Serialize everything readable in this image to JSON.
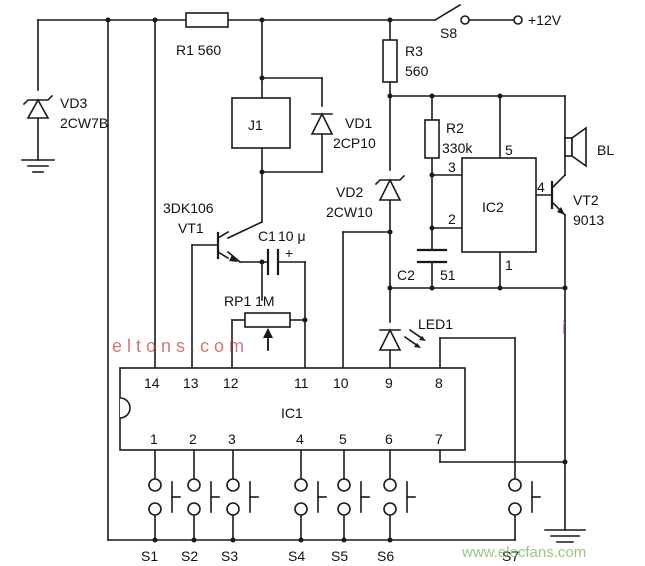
{
  "labels": {
    "s8": "S8",
    "v12": "+12V",
    "r1": "R1  560",
    "r3": "R3",
    "r3v": "560",
    "vd3": "VD3",
    "vd3v": "2CW7B",
    "j1": "J1",
    "vd1": "VD1",
    "vd1v": "2CP10",
    "r2": "R2",
    "r2v": "330k",
    "bl": "BL",
    "vd2": "VD2",
    "vd2v": "2CW10",
    "ic2": "IC2",
    "vt2": "VT2",
    "vt2v": "9013",
    "vt1v": "3DK106",
    "vt1": "VT1",
    "c1": "C1",
    "c1v": "10 μ",
    "plus": "+",
    "c2": "C2",
    "c2v": "51",
    "rp1": "RP1  1M",
    "led1": "LED1",
    "ic1": "IC1"
  },
  "ic2_pins": {
    "p5": "5",
    "p3": "3",
    "p2": "2",
    "p4": "4",
    "p1": "1"
  },
  "ic1_top_pins": [
    "14",
    "13",
    "12",
    "11",
    "10",
    "9",
    "8"
  ],
  "ic1_bottom_pins": [
    "1",
    "2",
    "3",
    "4",
    "5",
    "6",
    "7"
  ],
  "switch_labels": [
    "S1",
    "S2",
    "S3",
    "S4",
    "S5",
    "S6",
    "S7"
  ],
  "watermarks": {
    "left": "e l  t  o  n  s  .  c  o  m",
    "bottom": "www.elecfans.com",
    "right": "i"
  }
}
